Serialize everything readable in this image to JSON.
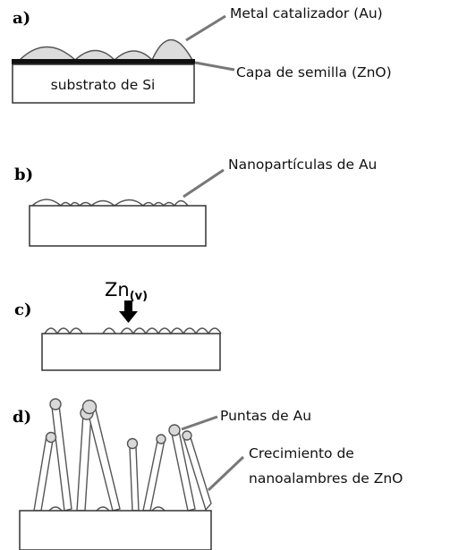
{
  "panels": {
    "a": {
      "label": "a)",
      "callouts": {
        "metal": "Metal catalizador (Au)",
        "seed": "Capa de semilla (ZnO)"
      },
      "substrate_label": "substrato de Si"
    },
    "b": {
      "label": "b)",
      "callout": "Nanopartículas de Au"
    },
    "c": {
      "label": "c)",
      "reactant": "Zn",
      "reactant_sub": "(v)"
    },
    "d": {
      "label": "d)",
      "callout_tips": "Puntas de Au",
      "callout_growth_line1": "Crecimiento de",
      "callout_growth_line2": "nanoalambres de ZnO"
    }
  },
  "colors": {
    "outline": "#4a4a4a",
    "seed_layer": "#111111",
    "gold_fill": "#d9d9d9",
    "leader_line": "#777777"
  }
}
